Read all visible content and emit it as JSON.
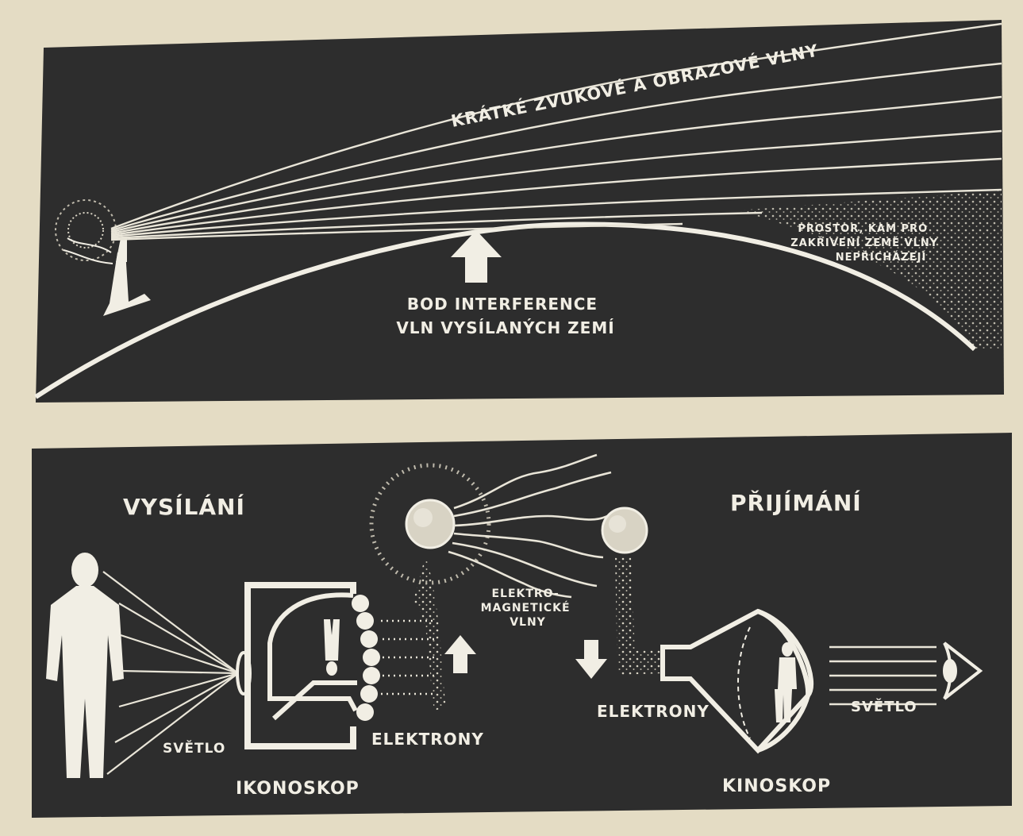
{
  "top_panel": {
    "wave_label": "KRÁTKÉ ZVUKOVÉ A OBRAZOVÉ VLNY",
    "shadow_label": [
      "PROSTOR, KAM PRO",
      "ZAKŘIVENÍ ZEMĚ VLNY",
      "NEPŘICHÁZEJÍ"
    ],
    "interference_label": [
      "BOD INTERFERENCE",
      "VLN VYSÍLANÝCH ZEMÍ"
    ]
  },
  "bottom_panel": {
    "transmit_title": "VYSÍLÁNÍ",
    "receive_title": "PŘIJÍMÁNÍ",
    "light_left": "SVĚTLO",
    "iconoscope": "IKONOSKOP",
    "electrons_left": "ELEKTRONY",
    "em_waves": [
      "ELEKTRO-",
      "MAGNETICKÉ",
      "VLNY"
    ],
    "electrons_right": "ELEKTRONY",
    "light_right": "SVĚTLO",
    "kinescope": "KINOSKOP"
  },
  "colors": {
    "panel": "#2d2d2d",
    "ink": "#f1eee4",
    "paper": "#e4dcc4"
  }
}
